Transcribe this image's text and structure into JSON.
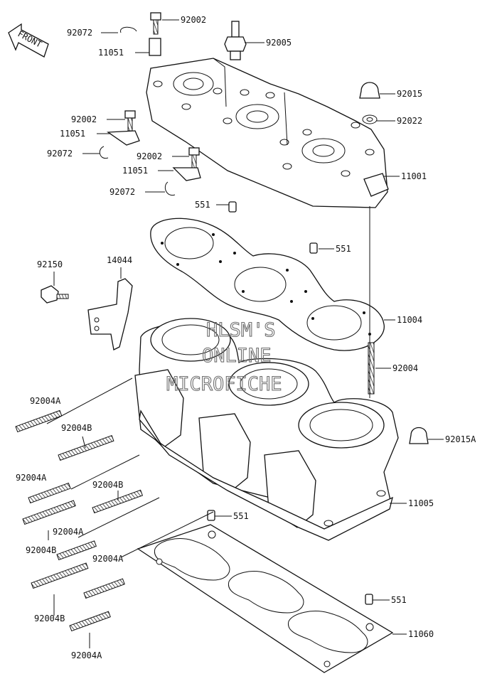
{
  "front_badge": "FRONT",
  "watermark": [
    "HLSM'S",
    "ONLINE",
    "MICROFICHE"
  ],
  "callouts": {
    "c92072a": "92072",
    "c92002a": "92002",
    "c11051a": "11051",
    "c92005": "92005",
    "c92015": "92015",
    "c92002b": "92002",
    "c11051b": "11051",
    "c92022": "92022",
    "c92072b": "92072",
    "c92002c": "92002",
    "c11051c": "11051",
    "c11001": "11001",
    "c92072c": "92072",
    "c551a": "551",
    "c551b": "551",
    "c92150": "92150",
    "c14044": "14044",
    "c11004": "11004",
    "c92004": "92004",
    "c92004Aa": "92004A",
    "c92004Ba": "92004B",
    "c92015A": "92015A",
    "c92004Ab": "92004A",
    "c92004Bb": "92004B",
    "c11005": "11005",
    "c551c": "551",
    "c92004Bc": "92004B",
    "c92004Ac": "92004A",
    "c92004Ad": "92004A",
    "c551d": "551",
    "c92004Bd": "92004B",
    "c11060": "11060",
    "c92004Ae": "92004A"
  }
}
